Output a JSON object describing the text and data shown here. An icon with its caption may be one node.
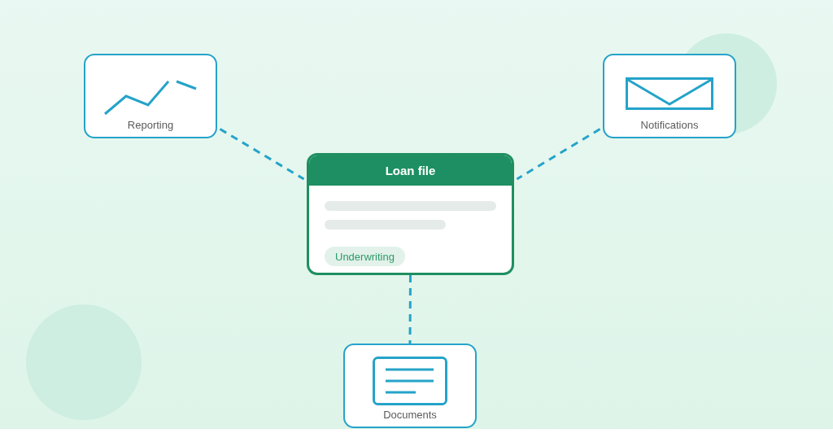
{
  "diagram": {
    "nodes": [
      {
        "text": [
          "Reporting"
        ]
      },
      {
        "text": [
          "Notifications"
        ]
      },
      {
        "text": [
          "Loan file"
        ]
      },
      {
        "text": [
          "Underwriting"
        ],
        "in": 2
      },
      {
        "text": [
          "Documents"
        ]
      }
    ],
    "edges": [
      {
        "from": 0,
        "to": 2,
        "arrow": "none",
        "style": "dashed"
      },
      {
        "from": 1,
        "to": 2,
        "arrow": "none",
        "style": "dashed"
      },
      {
        "from": 2,
        "to": 4,
        "arrow": "none",
        "style": "dashed"
      }
    ]
  }
}
